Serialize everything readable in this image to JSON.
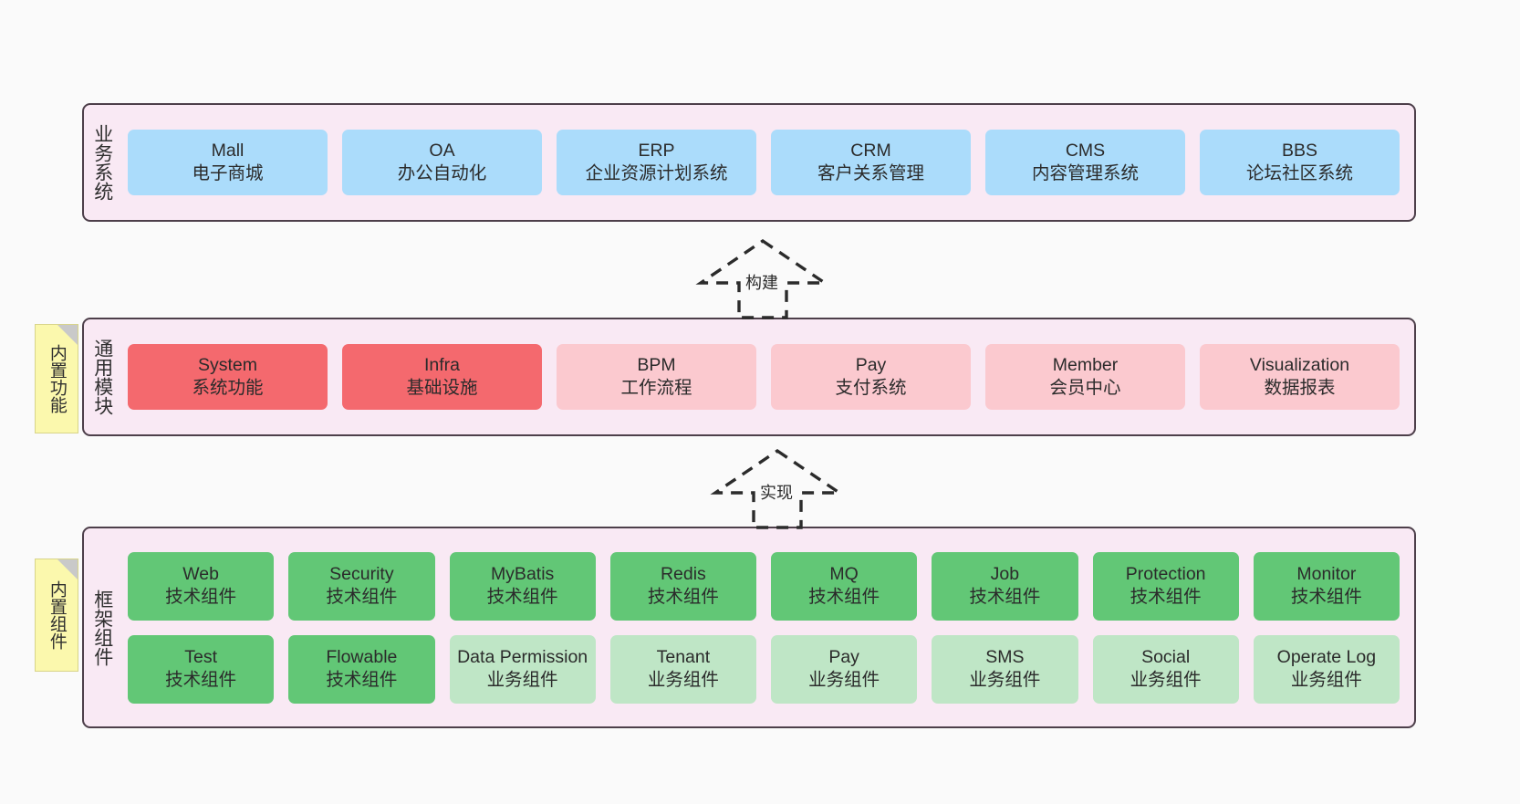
{
  "diagram": {
    "background_color": "#fafafa",
    "band_background": "#f9e9f4",
    "band_border": "#4d3f4a"
  },
  "bands": [
    {
      "id": "business",
      "title": "业务系统",
      "rows": [
        {
          "cells": [
            {
              "name": "Mall",
              "desc": "电子商城",
              "color": "#abdcfb",
              "style": "c-blue"
            },
            {
              "name": "OA",
              "desc": "办公自动化",
              "color": "#abdcfb",
              "style": "c-blue"
            },
            {
              "name": "ERP",
              "desc": "企业资源计划系统",
              "color": "#abdcfb",
              "style": "c-blue"
            },
            {
              "name": "CRM",
              "desc": "客户关系管理",
              "color": "#abdcfb",
              "style": "c-blue"
            },
            {
              "name": "CMS",
              "desc": "内容管理系统",
              "color": "#abdcfb",
              "style": "c-blue"
            },
            {
              "name": "BBS",
              "desc": "论坛社区系统",
              "color": "#abdcfb",
              "style": "c-blue"
            }
          ]
        }
      ]
    },
    {
      "id": "modules",
      "title": "通用模块",
      "note": "内置功能",
      "rows": [
        {
          "cells": [
            {
              "name": "System",
              "desc": "系统功能",
              "color": "#f4696e",
              "style": "c-red-strong"
            },
            {
              "name": "Infra",
              "desc": "基础设施",
              "color": "#f4696e",
              "style": "c-red-strong"
            },
            {
              "name": "BPM",
              "desc": "工作流程",
              "color": "#fbc9cf",
              "style": "c-red-light"
            },
            {
              "name": "Pay",
              "desc": "支付系统",
              "color": "#fbc9cf",
              "style": "c-red-light"
            },
            {
              "name": "Member",
              "desc": "会员中心",
              "color": "#fbc9cf",
              "style": "c-red-light"
            },
            {
              "name": "Visualization",
              "desc": "数据报表",
              "color": "#fbc9cf",
              "style": "c-red-light"
            }
          ]
        }
      ]
    },
    {
      "id": "framework",
      "title": "框架组件",
      "note": "内置组件",
      "rows": [
        {
          "cells": [
            {
              "name": "Web",
              "desc": "技术组件",
              "color": "#62c776",
              "style": "c-green-strong"
            },
            {
              "name": "Security",
              "desc": "技术组件",
              "color": "#62c776",
              "style": "c-green-strong"
            },
            {
              "name": "MyBatis",
              "desc": "技术组件",
              "color": "#62c776",
              "style": "c-green-strong"
            },
            {
              "name": "Redis",
              "desc": "技术组件",
              "color": "#62c776",
              "style": "c-green-strong"
            },
            {
              "name": "MQ",
              "desc": "技术组件",
              "color": "#62c776",
              "style": "c-green-strong"
            },
            {
              "name": "Job",
              "desc": "技术组件",
              "color": "#62c776",
              "style": "c-green-strong"
            },
            {
              "name": "Protection",
              "desc": "技术组件",
              "color": "#62c776",
              "style": "c-green-strong"
            },
            {
              "name": "Monitor",
              "desc": "技术组件",
              "color": "#62c776",
              "style": "c-green-strong"
            }
          ]
        },
        {
          "cells": [
            {
              "name": "Test",
              "desc": "技术组件",
              "color": "#62c776",
              "style": "c-green-strong"
            },
            {
              "name": "Flowable",
              "desc": "技术组件",
              "color": "#62c776",
              "style": "c-green-strong"
            },
            {
              "name": "Data Permission",
              "desc": "业务组件",
              "color": "#bfe6c6",
              "style": "c-green-light"
            },
            {
              "name": "Tenant",
              "desc": "业务组件",
              "color": "#bfe6c6",
              "style": "c-green-light"
            },
            {
              "name": "Pay",
              "desc": "业务组件",
              "color": "#bfe6c6",
              "style": "c-green-light"
            },
            {
              "name": "SMS",
              "desc": "业务组件",
              "color": "#bfe6c6",
              "style": "c-green-light"
            },
            {
              "name": "Social",
              "desc": "业务组件",
              "color": "#bfe6c6",
              "style": "c-green-light"
            },
            {
              "name": "Operate Log",
              "desc": "业务组件",
              "color": "#bfe6c6",
              "style": "c-green-light"
            }
          ]
        }
      ]
    }
  ],
  "arrows": [
    {
      "id": "build",
      "label": "构建",
      "from": "modules",
      "to": "business",
      "style": "dashed-hollow-up"
    },
    {
      "id": "impl",
      "label": "实现",
      "from": "framework",
      "to": "modules",
      "style": "dashed-hollow-up"
    }
  ]
}
